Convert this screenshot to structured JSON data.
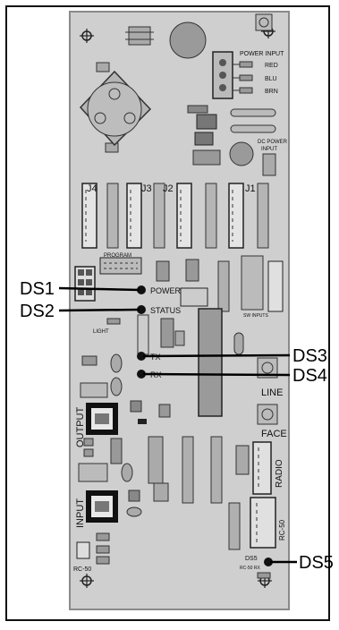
{
  "callouts": {
    "ds1": "DS1",
    "ds2": "DS2",
    "ds3": "DS3",
    "ds4": "DS4",
    "ds5": "DS5"
  },
  "silkscreen": {
    "power_input": "POWER INPUT",
    "red": "RED",
    "blu": "BLU",
    "brn": "BRN",
    "dc_power": "DC POWER",
    "input_small": "INPUT",
    "j4": "J4",
    "j3": "J3",
    "j2": "J2",
    "j1": "J1",
    "program": "PROGRAM",
    "power": "POWER",
    "status": "STATUS",
    "light": "LIGHT",
    "sw_inputs": "SW INPUTS",
    "tx": "TX",
    "rx": "RX",
    "line": "LINE",
    "face": "FACE",
    "output": "OUTPUT",
    "radio": "RADIO",
    "input": "INPUT",
    "rc50": "RC-50",
    "ds5_label": "DS5",
    "rc50_rx": "RC-50 RX",
    "rc50_left": "RC-50"
  },
  "colors": {
    "board": "#cfcfcf",
    "board_edge": "#8a8a8a",
    "component": "#9a9a9a",
    "dark": "#2a2a2a",
    "ink": "#111111"
  }
}
